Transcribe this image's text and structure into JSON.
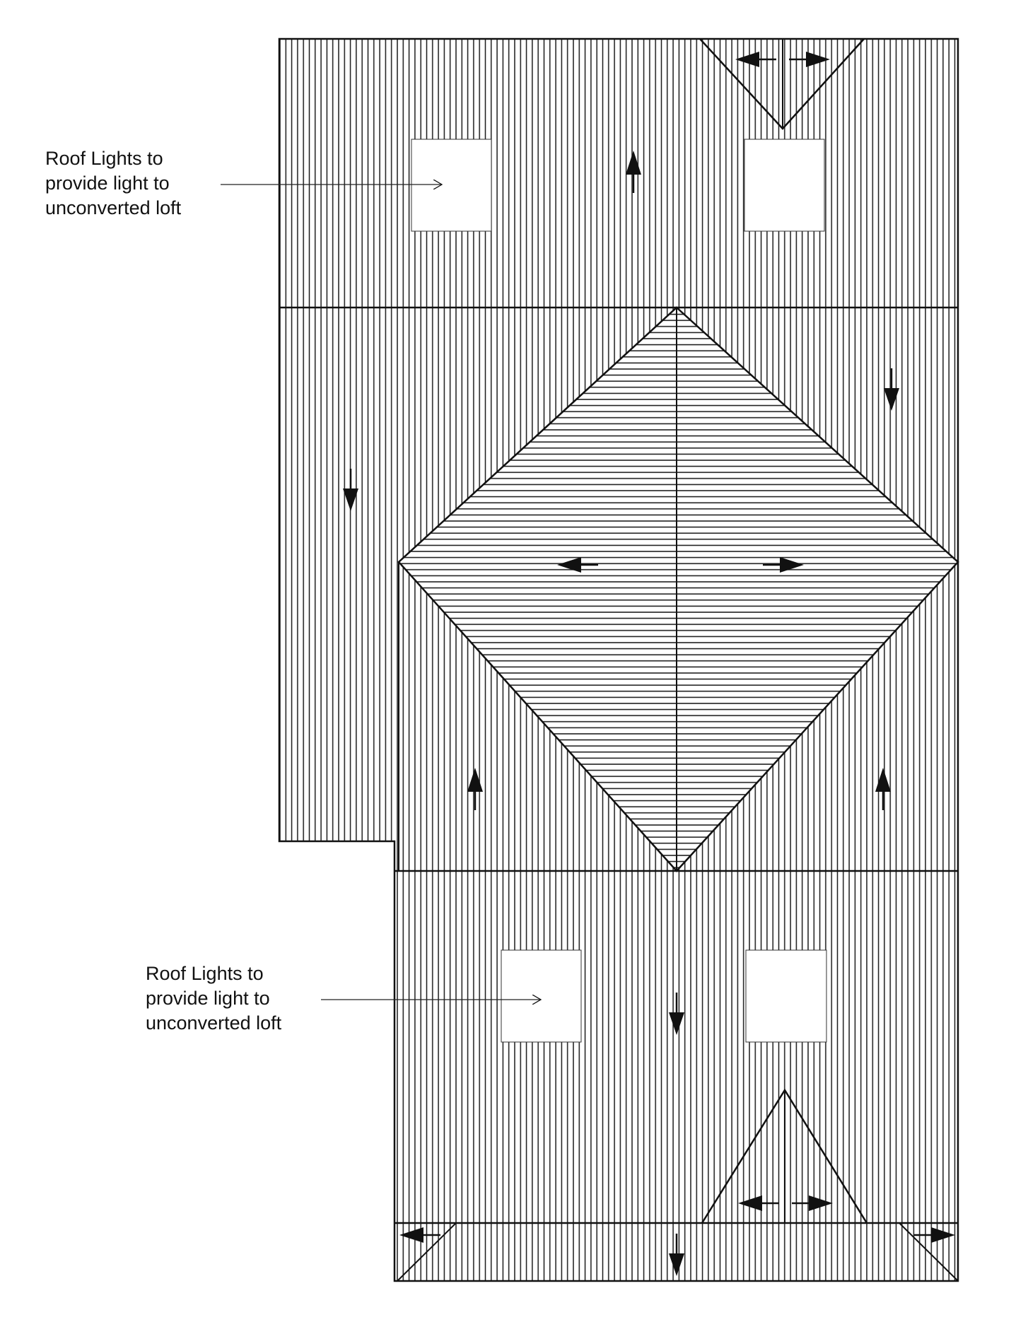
{
  "annotations": [
    {
      "lines": [
        "Roof Lights to",
        "provide light to",
        "unconverted loft"
      ]
    },
    {
      "lines": [
        "Roof Lights to",
        "provide light to",
        "unconverted loft"
      ]
    }
  ],
  "colors": {
    "line": "#111111",
    "hatch": "#1a1a1a",
    "rooflight_fill": "#ffffff",
    "background": "#ffffff"
  },
  "icons": [
    "arrow-up-icon",
    "arrow-down-icon",
    "arrow-left-icon",
    "arrow-right-icon"
  ]
}
